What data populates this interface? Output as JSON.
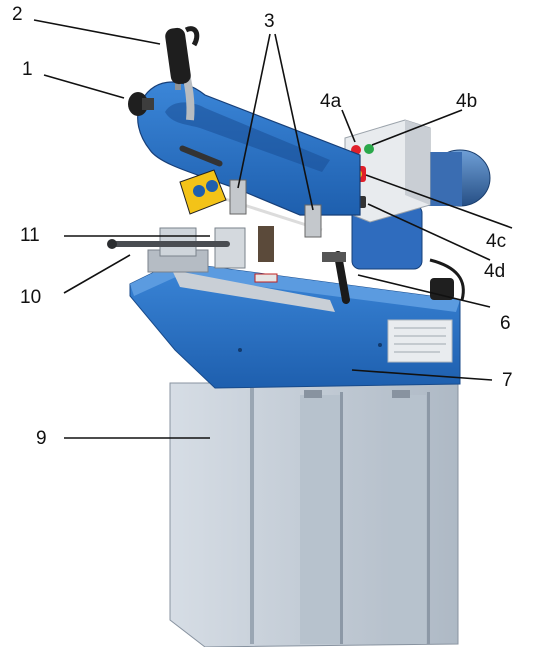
{
  "callouts": [
    {
      "id": "c1",
      "label": "1"
    },
    {
      "id": "c2",
      "label": "2"
    },
    {
      "id": "c3",
      "label": "3"
    },
    {
      "id": "c4a",
      "label": "4a"
    },
    {
      "id": "c4b",
      "label": "4b"
    },
    {
      "id": "c4c",
      "label": "4c"
    },
    {
      "id": "c4d",
      "label": "4d"
    },
    {
      "id": "c6",
      "label": "6"
    },
    {
      "id": "c7",
      "label": "7"
    },
    {
      "id": "c9",
      "label": "9"
    },
    {
      "id": "c10",
      "label": "10"
    },
    {
      "id": "c11",
      "label": "11"
    }
  ],
  "colors": {
    "machine_blue": "#2a72c6",
    "blue_dark": "#1a4f96",
    "cabinet_grey": "#c6d0da",
    "cabinet_shadow": "#9eabb8",
    "steel": "#9a9ea3",
    "black": "#1a1a1a",
    "switch_red": "#e0202a",
    "switch_green": "#2aa84a"
  }
}
